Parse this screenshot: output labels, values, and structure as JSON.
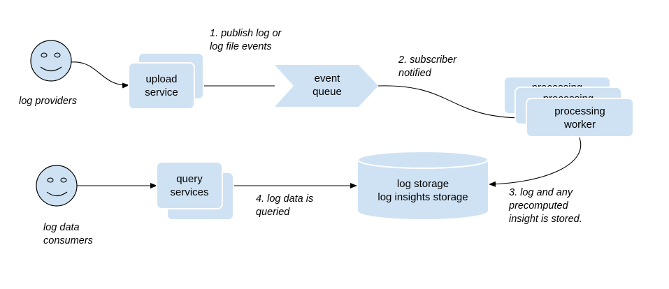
{
  "actors": {
    "providers": {
      "label": "log providers"
    },
    "consumers": {
      "label": "log data\nconsumers"
    }
  },
  "nodes": {
    "upload": {
      "label": "upload\nservice"
    },
    "queue": {
      "label": "event\nqueue"
    },
    "worker": {
      "label": "processing\nworker",
      "stack_label": "processing"
    },
    "storage": {
      "label": "log storage\nlog insights storage"
    },
    "query": {
      "label": "query\nservices"
    }
  },
  "steps": {
    "step1": "1. publish log or\nlog file events",
    "step2": "2. subscriber\nnotified",
    "step3": "3. log and any\nprecomputed\ninsight is stored.",
    "step4": "4. log data is\nqueried"
  },
  "colors": {
    "fill": "#cfe2f3",
    "stroke": "#000000"
  }
}
